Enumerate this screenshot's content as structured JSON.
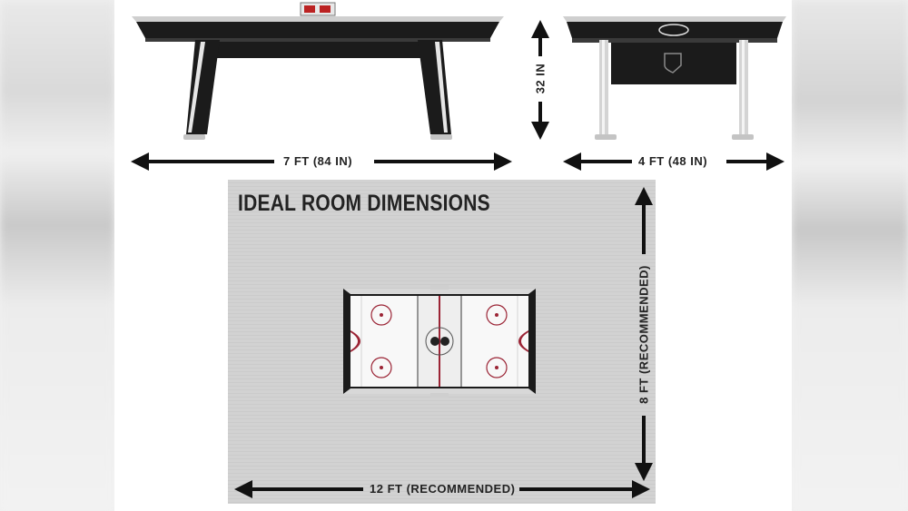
{
  "labels": {
    "length": "7 FT (84 IN)",
    "width": "4 FT (48 IN)",
    "height": "32 IN",
    "room_title": "IDEAL ROOM DIMENSIONS",
    "room_width": "12 FT (RECOMMENDED)",
    "room_depth": "8 FT (RECOMMENDED)"
  },
  "colors": {
    "table_black": "#1b1b1b",
    "table_silver": "#b8b8b8",
    "rink_red": "#9b2435",
    "room_gray": "#d2d2d2"
  }
}
